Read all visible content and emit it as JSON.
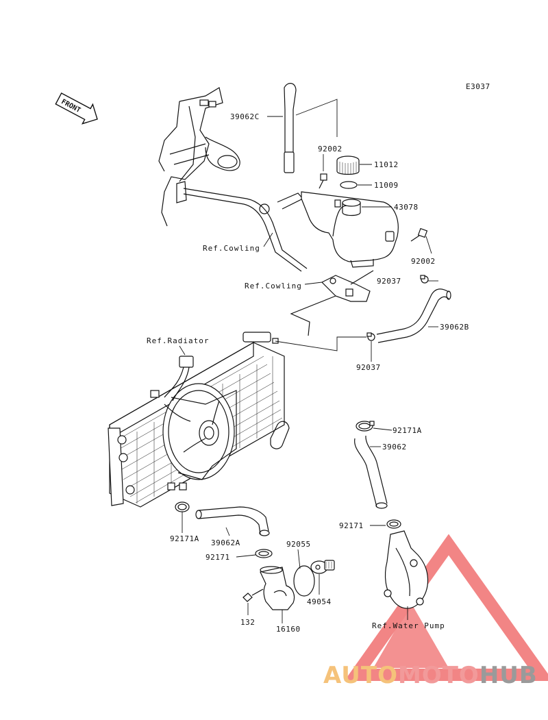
{
  "diagram": {
    "code": "E3037",
    "front_label": "FRONT",
    "parts": [
      {
        "id": "39062C",
        "label": "39062C"
      },
      {
        "id": "92002_top",
        "label": "92002"
      },
      {
        "id": "11012",
        "label": "11012"
      },
      {
        "id": "11009",
        "label": "11009"
      },
      {
        "id": "43078",
        "label": "43078"
      },
      {
        "id": "92002_right",
        "label": "92002"
      },
      {
        "id": "92037_top",
        "label": "92037"
      },
      {
        "id": "39062B",
        "label": "39062B"
      },
      {
        "id": "92037_mid",
        "label": "92037"
      },
      {
        "id": "92171A_right",
        "label": "92171A"
      },
      {
        "id": "39062",
        "label": "39062"
      },
      {
        "id": "92171_right",
        "label": "92171"
      },
      {
        "id": "92171A_left",
        "label": "92171A"
      },
      {
        "id": "39062A",
        "label": "39062A"
      },
      {
        "id": "92055",
        "label": "92055"
      },
      {
        "id": "92171_left",
        "label": "92171"
      },
      {
        "id": "49054",
        "label": "49054"
      },
      {
        "id": "132",
        "label": "132"
      },
      {
        "id": "16160",
        "label": "16160"
      }
    ],
    "references": [
      {
        "id": "cowling_1",
        "label": "Ref.Cowling"
      },
      {
        "id": "cowling_2",
        "label": "Ref.Cowling"
      },
      {
        "id": "radiator",
        "label": "Ref.Radiator"
      },
      {
        "id": "water_pump",
        "label": "Ref.Water Pump"
      }
    ]
  },
  "watermark": {
    "part1": "AUTO",
    "part2": "MOTO",
    "part3": "HUB",
    "color1": "#f5c27a",
    "color2": "#f29a9a",
    "color3": "#9a9a9a",
    "triangle_color": "#f07070"
  }
}
